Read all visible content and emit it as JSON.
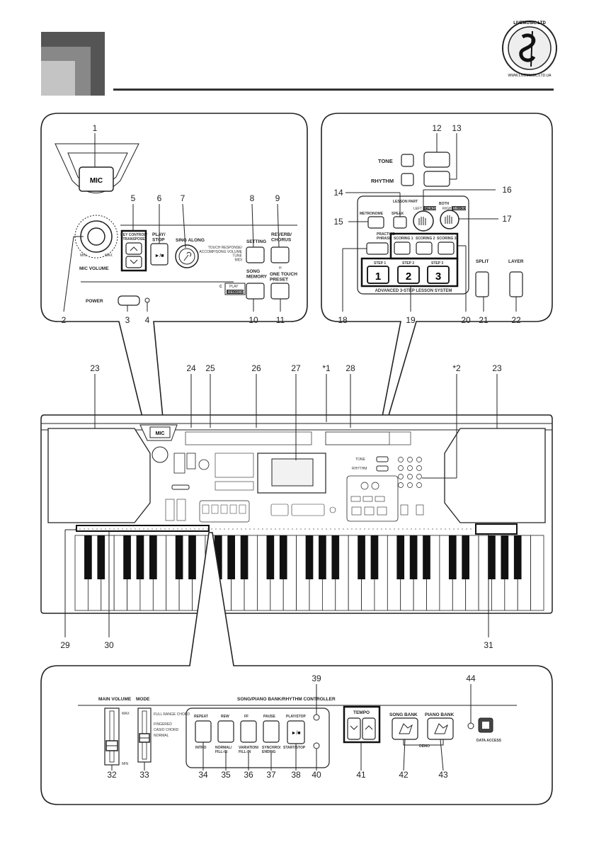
{
  "brand": {
    "seal_text": "LIVEMUSIC.LTD",
    "url": "WWW.LIVEMUSIC.LTD.UA"
  },
  "callouts": [
    "1",
    "2",
    "3",
    "4",
    "5",
    "6",
    "7",
    "8",
    "9",
    "10",
    "11",
    "12",
    "13",
    "14",
    "15",
    "16",
    "17",
    "18",
    "19",
    "20",
    "21",
    "22",
    "23",
    "24",
    "25",
    "26",
    "27",
    "28",
    "29",
    "30",
    "31",
    "32",
    "33",
    "34",
    "35",
    "36",
    "37",
    "38",
    "39",
    "40",
    "41",
    "42",
    "43",
    "44",
    "*1",
    "*2"
  ],
  "panel_a": {
    "mic": "MIC",
    "key_control": "KEY CONTROL/\nTRANSPOSE",
    "play_stop": "PLAY/\nSTOP",
    "sing_along": "SING ALONG",
    "setting": "SETTING",
    "touch_response": "TOUCH RESPONSE/\nACCOMP/SONG VOLUME\nTUNE\nMIDI",
    "reverb_chorus": "REVERB/\nCHORUS",
    "mic_volume": "MIC VOLUME",
    "min": "MIN",
    "max": "MAX",
    "power": "POWER",
    "song_memory": "SONG\nMEMORY",
    "h": "H",
    "one_touch_preset": "ONE TOUCH\nPRESET",
    "c": "C",
    "play": "PLAY",
    "record": "RECORD"
  },
  "panel_b": {
    "tone": "TONE",
    "rhythm": "RHYTHM",
    "lesson_part": "LESSON PART",
    "both": "BOTH",
    "left": "LEFT",
    "chord": "CHORD",
    "right": "RIGHT",
    "melody": "MELODY",
    "metronome": "METRONOME",
    "speak": "SPEAK",
    "practice_phrase": "PRACTICE\nPHRASE",
    "scoring1": "SCORING 1",
    "scoring2": "SCORING 2",
    "scoring3": "SCORING 3",
    "step1": "STEP 1",
    "step2": "STEP 2",
    "step3": "STEP 3",
    "d1": "1",
    "d2": "2",
    "d3": "3",
    "system": "ADVANCED 3-STEP LESSON SYSTEM",
    "split": "SPLIT",
    "layer": "LAYER"
  },
  "panel_c": {
    "main_volume": "MAIN VOLUME",
    "mode": "MODE",
    "controller": "SONG/PIANO BANK/RHYTHM CONTROLLER",
    "max": "MAX",
    "min": "MIN",
    "modes": [
      "FULL RANGE CHORD",
      "FINGERED",
      "CASIO CHORD",
      "NORMAL"
    ],
    "repeat": "REPEAT",
    "rew": "REW",
    "ff": "FF",
    "pause": "PAUSE",
    "play_stop": "PLAY/STOP",
    "intro": "INTRO",
    "normal_fillin": "NORMAL/\nFILL-IN",
    "variation_fillin": "VARIATION/\nFILL-IN",
    "synchro_ending": "SYNCHRO/\nENDING",
    "start_stop": "START/STOP",
    "tempo": "TEMPO",
    "song_bank": "SONG BANK",
    "piano_bank": "PIANO BANK",
    "demo": "DEMO",
    "data_access": "DATA ACCESS"
  },
  "keyboard": {
    "mic": "MIC",
    "tone": "TONE",
    "rhythm": "RHYTHM"
  }
}
